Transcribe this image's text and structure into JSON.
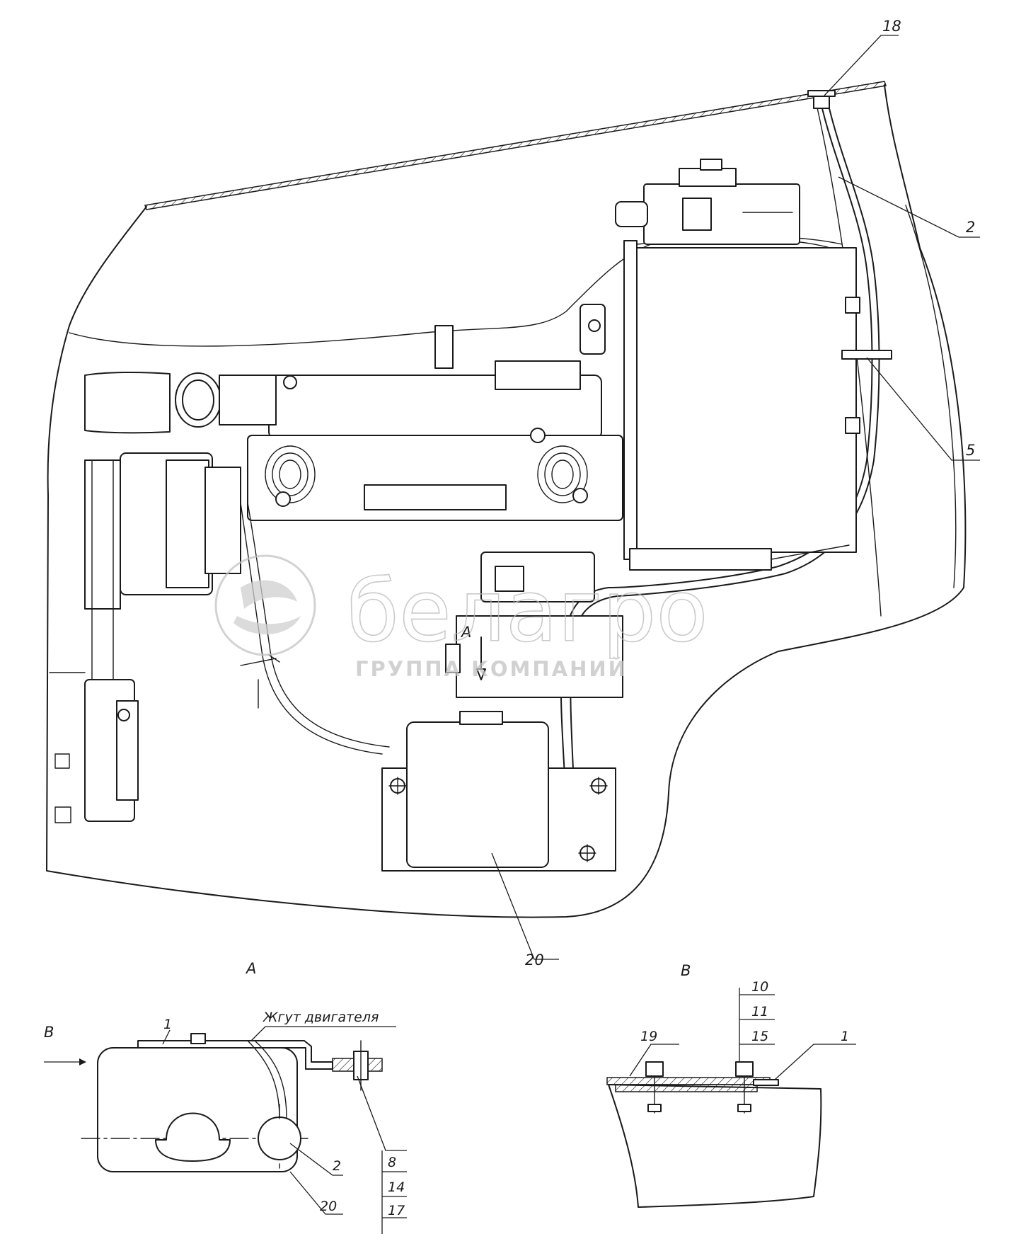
{
  "callouts": {
    "c18": "18",
    "c2": "2",
    "c5": "5",
    "c20": "20",
    "cA_arrow": "A"
  },
  "views": {
    "view_a_title": "A",
    "view_b_title": "B",
    "view_b_arrow": "B",
    "engine_harness": "Жгут двигателя",
    "a_callouts": {
      "c1": "1",
      "c2": "2",
      "c20": "20",
      "c8": "8",
      "c14": "14",
      "c17": "17"
    },
    "b_callouts": {
      "c10": "10",
      "c11": "11",
      "c15": "15",
      "c19": "19",
      "c1": "1"
    }
  },
  "watermark": {
    "brand": "белагро",
    "subtitle": "ГРУППА КОМПАНИЙ"
  }
}
